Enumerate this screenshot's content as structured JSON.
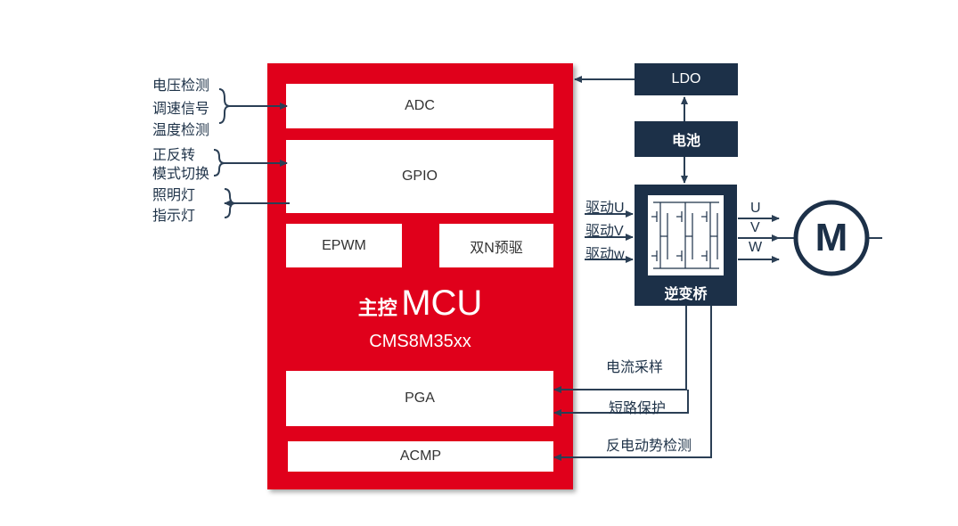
{
  "left_inputs": {
    "adc_group": [
      "电压检测",
      "调速信号",
      "温度检测"
    ],
    "gpio_in_group": [
      "正反转",
      "模式切换"
    ],
    "gpio_out_group": [
      "照明灯",
      "指示灯"
    ]
  },
  "mcu": {
    "title_cn": "主控",
    "title_en": "MCU",
    "model": "CMS8M35xx",
    "blocks": {
      "adc": "ADC",
      "gpio": "GPIO",
      "epwm": "EPWM",
      "predriver": "双N预驱",
      "pga": "PGA",
      "acmp": "ACMP"
    }
  },
  "power": {
    "ldo": "LDO",
    "battery": "电池"
  },
  "inverter": {
    "label": "逆变桥",
    "drive_inputs": [
      "驱动U",
      "驱动V",
      "驱动w"
    ],
    "phases": [
      "U",
      "V",
      "W"
    ]
  },
  "motor": {
    "symbol": "M"
  },
  "feedback": {
    "current_sampling": "电流采样",
    "short_protection": "短路保护",
    "bemf_detection": "反电动势检测"
  },
  "colors": {
    "mcu_red": "#e0001b",
    "navy": "#1c3048",
    "line": "#2b3f55"
  }
}
